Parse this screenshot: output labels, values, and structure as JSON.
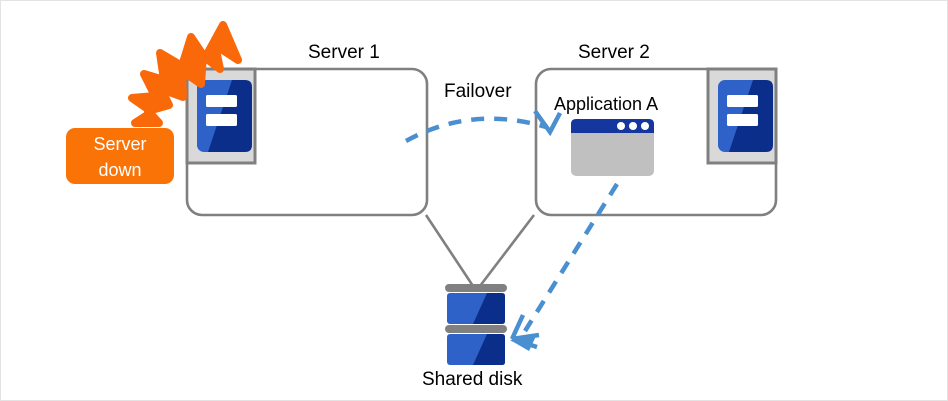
{
  "diagram": {
    "title_server1": "Server 1",
    "title_server2": "Server 2",
    "failover_label": "Failover",
    "application_label": "Application A",
    "shared_disk_label": "Shared disk",
    "status_badge": {
      "line1": "Server",
      "line2": "down"
    },
    "icons": {
      "burst": "explosion-burst-icon",
      "server_unit": "server-rack-icon",
      "app_window": "application-window-icon",
      "disk": "shared-disk-icon",
      "failover_arrow": "dashed-curved-arrow-icon",
      "disk_access_arrow": "dashed-straight-arrow-icon"
    },
    "colors": {
      "accent_orange": "#F97306",
      "server_box_border": "#808080",
      "icon_blue_light": "#2E62C8",
      "icon_blue_dark": "#0B2E8A",
      "icon_frame_gray": "#808080",
      "icon_frame_fill": "#D9D9D9",
      "arrow_blue": "#4A8FD0",
      "window_titlebar": "#14369E",
      "window_body": "#C0C0C0",
      "disk_bar_gray": "#808080",
      "canvas_border": "#E3E3E3",
      "text_black": "#000000",
      "white": "#FFFFFF"
    }
  }
}
